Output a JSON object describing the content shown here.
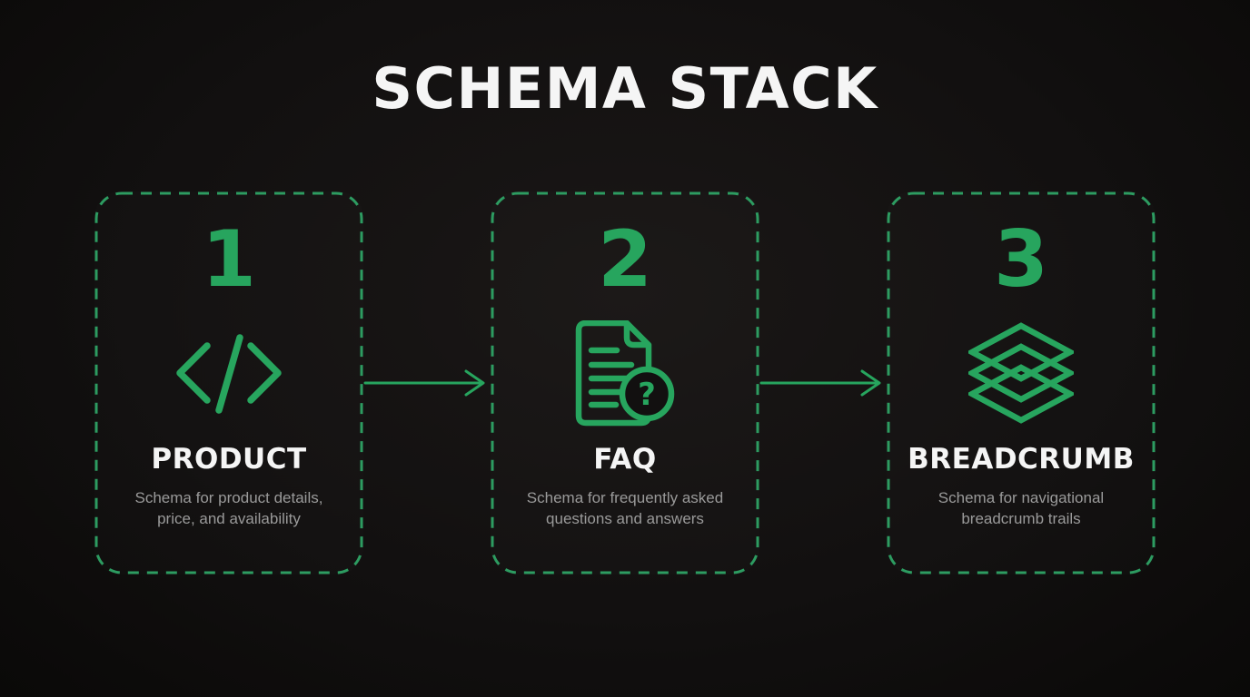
{
  "colors": {
    "background": "#121010",
    "accent_green": "#27a55e",
    "border_green": "#2d9c61",
    "title_white": "#f5f5f5",
    "subtitle_gray": "#9a9a9a"
  },
  "header": {
    "title": "SCHEMA STACK"
  },
  "cards": [
    {
      "number": "1",
      "icon": "code-icon",
      "title": "PRODUCT",
      "description": "Schema for product details, price, and availability"
    },
    {
      "number": "2",
      "icon": "faq-document-icon",
      "title": "FAQ",
      "description": "Schema for frequently asked questions and answers"
    },
    {
      "number": "3",
      "icon": "layers-icon",
      "title": "BREADCRUMB",
      "description": "Schema for navigational breadcrumb trails"
    }
  ]
}
